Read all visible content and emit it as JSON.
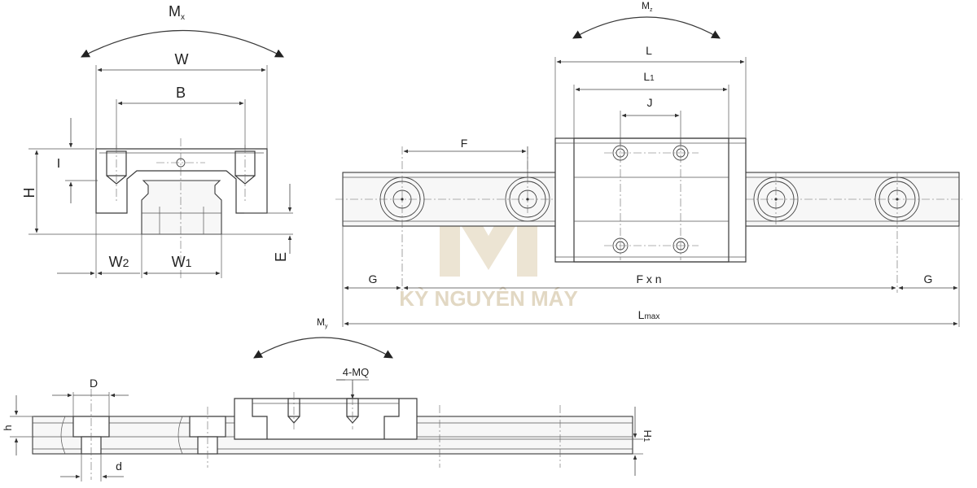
{
  "watermark": {
    "text": "KỲ NGUYÊN MÁY",
    "logo_letter": "M",
    "color": "#d9cbb0"
  },
  "labels": {
    "Mx": {
      "main": "M",
      "sub": "x"
    },
    "W": "W",
    "B": "B",
    "H": "H",
    "I": "I",
    "W2": {
      "main": "W",
      "sub": "2"
    },
    "W1": {
      "main": "W",
      "sub": "1"
    },
    "E": "E",
    "Mz": {
      "main": "M",
      "sub": "z"
    },
    "L": "L",
    "L1": {
      "main": "L",
      "sub": "1"
    },
    "J": "J",
    "F": "F",
    "G_left": "G",
    "G_right": "G",
    "Fxn": "F x n",
    "Lmax": {
      "main": "L",
      "sub": "max"
    },
    "My": {
      "main": "M",
      "sub": "y"
    },
    "D": "D",
    "h": "h",
    "MQ": "4-MQ",
    "d": "d",
    "H1": {
      "main": "H",
      "sub": "1"
    }
  }
}
